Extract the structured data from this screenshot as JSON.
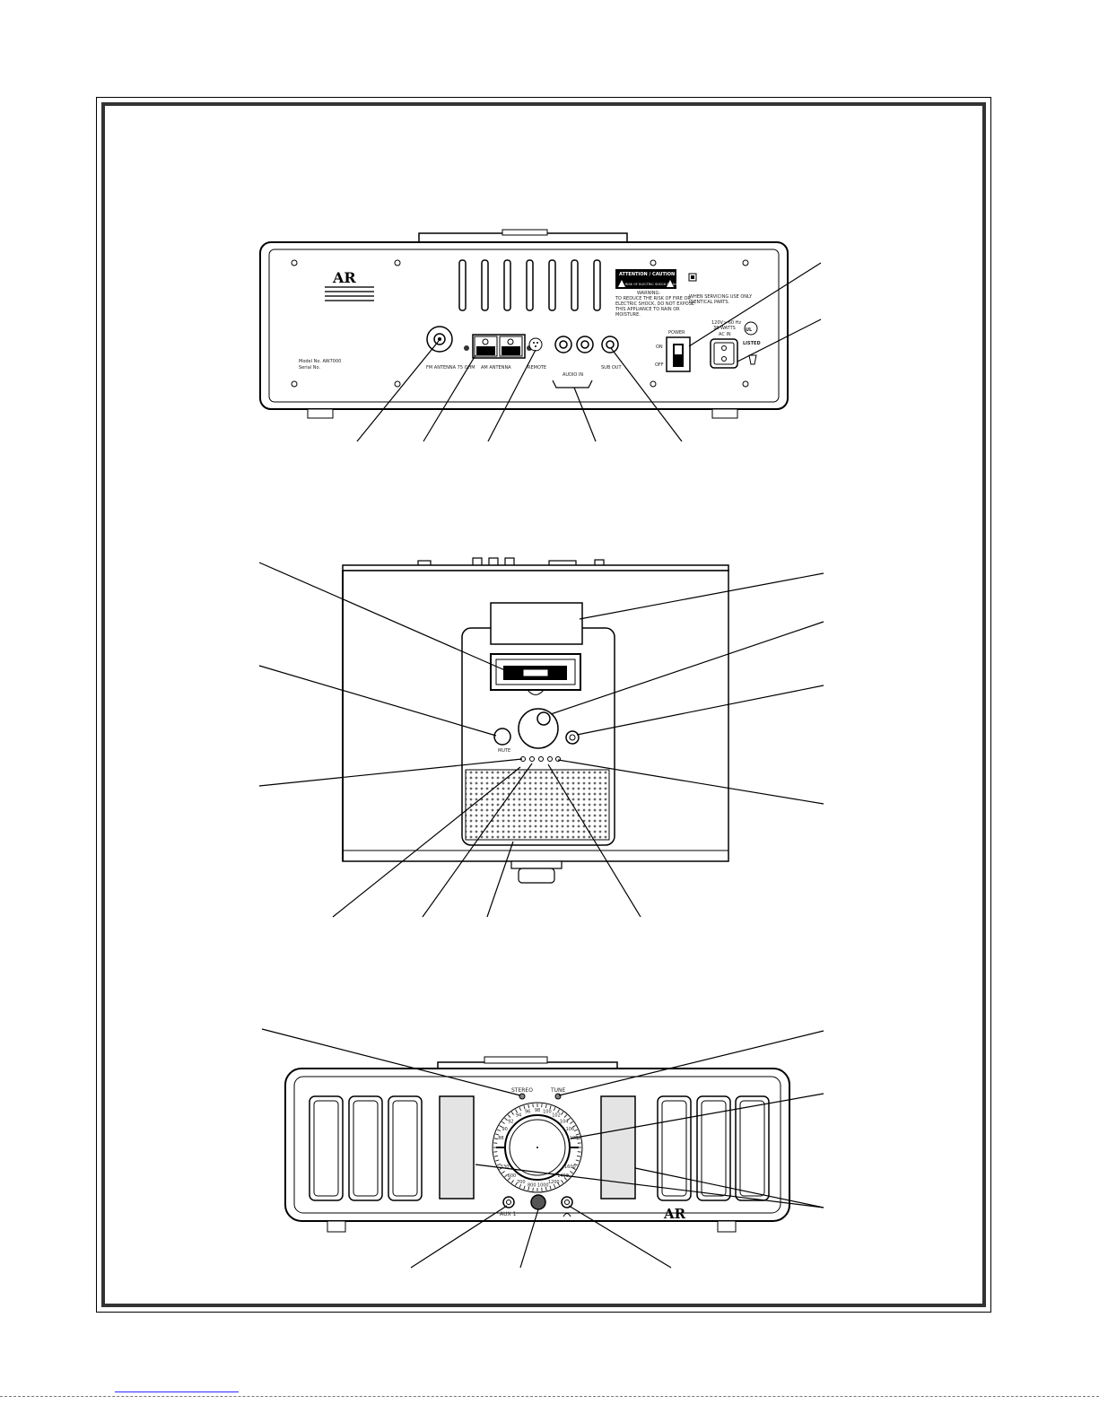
{
  "rear_view": {
    "logo": "AR",
    "model_label": "Model No. AW7000",
    "serial_label": "Serial No.",
    "caution_header": "ATTENTION / CAUTION",
    "caution_sub": "RISK OF ELECTRIC SHOCK DO NOT OPEN",
    "warning_title": "WARNING:",
    "warning_text": [
      "TO REDUCE THE RISK OF FIRE OR",
      "ELECTRIC SHOCK, DO NOT EXPOSE",
      "THIS APPLIANCE TO RAIN OR",
      "MOISTURE."
    ],
    "service_text": [
      "WHEN SERVICING USE ONLY",
      "IDENTICAL PARTS."
    ],
    "power_label": "POWER",
    "on_label": "ON",
    "off_label": "OFF",
    "ac_in_label": "AC IN",
    "voltage_label": "120V~ 60 Hz",
    "watts_label": "38 WATTS",
    "listed_label": "LISTED",
    "fm_antenna_label": "FM ANTENNA 75 OHM",
    "am_antenna_label": "AM ANTENNA",
    "remote_label": "REMOTE",
    "audio_in_label": "AUDIO IN",
    "sub_out_label": "SUB OUT"
  },
  "front_view": {
    "logo": "AR",
    "stereo_label": "STEREO",
    "tune_label": "TUNE",
    "aux_label": "AUX 1",
    "fm_scale": [
      "88",
      "90",
      "92",
      "94",
      "96",
      "98",
      "100",
      "102",
      "104",
      "106",
      "108"
    ],
    "am_scale": [
      "530",
      "600",
      "700",
      "800",
      "1000",
      "1200",
      "1400",
      "1600"
    ]
  }
}
